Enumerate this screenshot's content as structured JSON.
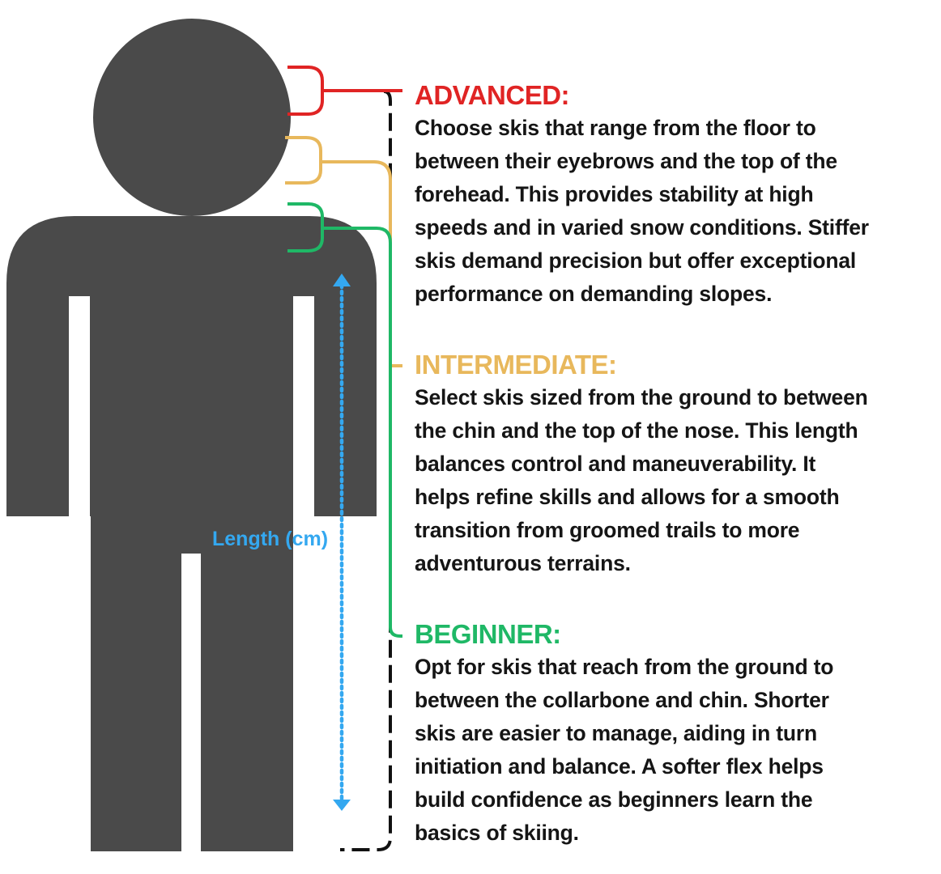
{
  "colors": {
    "figure": "#4a4a4a",
    "advanced": "#e02424",
    "intermediate": "#e8b85c",
    "beginner": "#1fb866",
    "length": "#34a8f0",
    "dashed": "#111111"
  },
  "length_label": "Length (cm)",
  "sections": [
    {
      "heading": "ADVANCED:",
      "lines": [
        "Choose skis that range from the floor to",
        "between their eyebrows and the top of the",
        "forehead. This provides stability at high",
        "speeds and in varied snow conditions. Stiffer",
        "skis demand precision but offer exceptional",
        "performance on demanding slopes."
      ]
    },
    {
      "heading": "INTERMEDIATE:",
      "lines": [
        "Select skis sized from the ground to between",
        "the chin and the top of the nose. This length",
        "balances control and maneuverability. It",
        "helps refine skills and allows for a smooth",
        "transition from groomed trails to more",
        "adventurous terrains."
      ]
    },
    {
      "heading": "BEGINNER:",
      "lines": [
        "Opt for skis that reach from the ground to",
        "between the collarbone and chin. Shorter",
        "skis are easier to manage, aiding in turn",
        "initiation and balance. A softer flex helps",
        "build confidence as beginners learn the",
        "basics of skiing."
      ]
    }
  ]
}
